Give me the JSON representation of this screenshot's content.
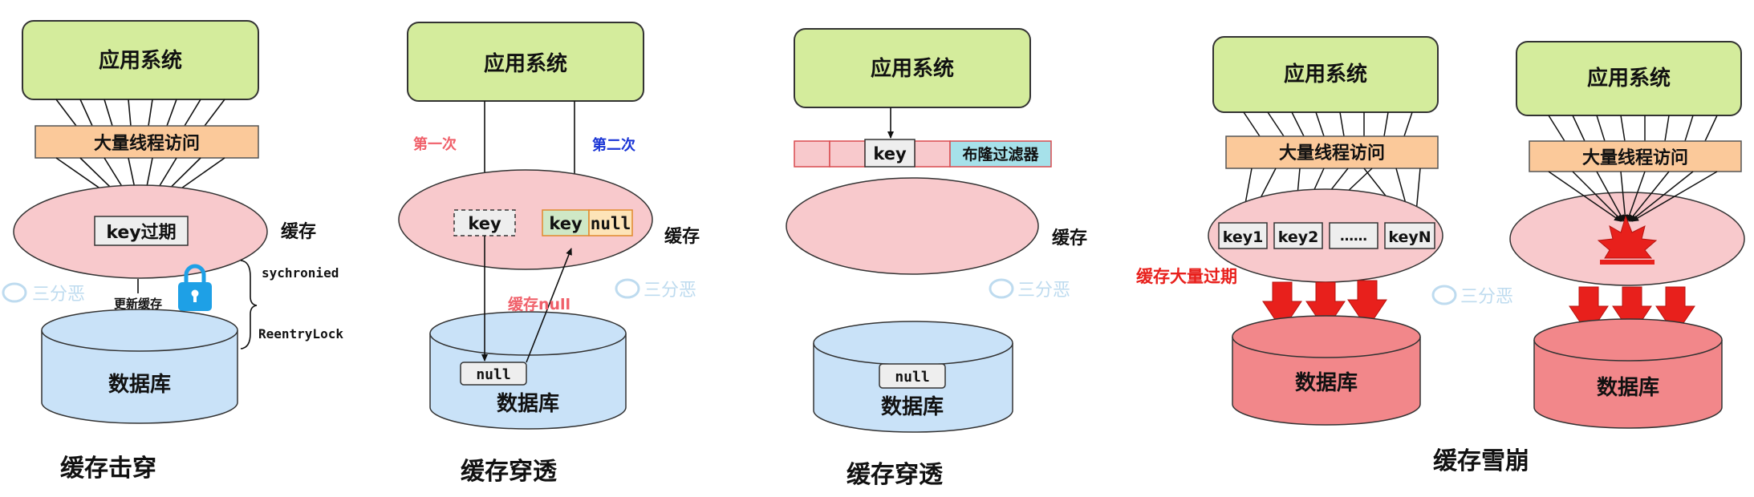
{
  "colors": {
    "app_green": "#d4ec9c",
    "thread_orange": "#fbc99a",
    "cache_pink": "#f8c9cc",
    "db_blue": "#c9e2f8",
    "db_red": "#f2878a",
    "red_arrow": "#e8201c",
    "bloom_cyan": "#a6e1ea"
  },
  "watermark": "三分恶",
  "panel1": {
    "app": "应用系统",
    "threads": "大量线程访问",
    "key_expired": "key过期",
    "cache_label": "缓存",
    "update_label": "更新缓存",
    "lock_options": [
      "sychronied",
      "ReentryLock"
    ],
    "db": "数据库",
    "caption": "缓存击穿"
  },
  "panel2": {
    "app": "应用系统",
    "first": "第一次",
    "second": "第二次",
    "key": "key",
    "key2": "key",
    "null_val": "null",
    "cache_label": "缓存",
    "cache_null": "缓存null",
    "db_null": "null",
    "db": "数据库",
    "caption": "缓存穿透"
  },
  "panel3": {
    "app": "应用系统",
    "key": "key",
    "bloom": "布隆过滤器",
    "cache_label": "缓存",
    "db_null": "null",
    "db": "数据库",
    "caption": "缓存穿透"
  },
  "panel4": {
    "app": "应用系统",
    "threads": "大量线程访问",
    "keys": [
      "key1",
      "key2",
      "……",
      "keyN"
    ],
    "expire_label": "缓存大量过期",
    "db": "数据库"
  },
  "panel5": {
    "app": "应用系统",
    "threads": "大量线程访问",
    "db": "数据库"
  },
  "caption_avalanche": "缓存雪崩"
}
